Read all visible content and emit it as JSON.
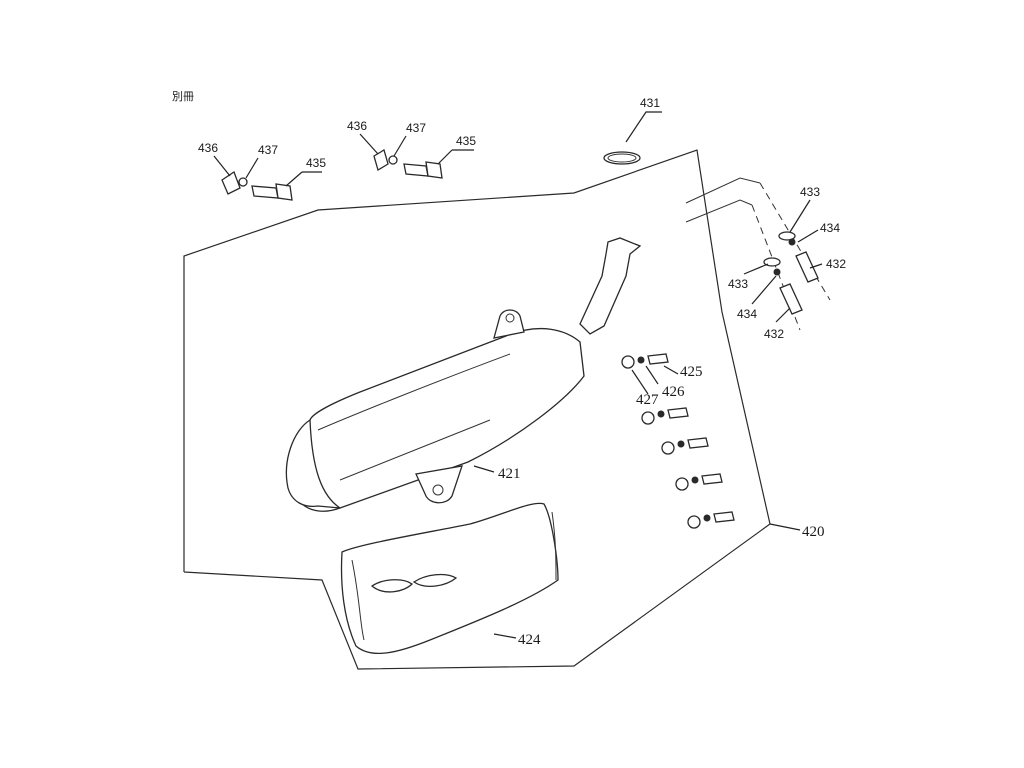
{
  "corner_mark": "別冊",
  "labels": {
    "p431": "431",
    "p436a": "436",
    "p437a": "437",
    "p435a": "435",
    "p436b": "436",
    "p437b": "437",
    "p435b": "435",
    "p433a": "433",
    "p434a": "434",
    "p432a": "432",
    "p433b": "433",
    "p434b": "434",
    "p432b": "432",
    "p425": "425",
    "p426": "426",
    "p427": "427",
    "p421": "421",
    "p420": "420",
    "p424": "424"
  }
}
